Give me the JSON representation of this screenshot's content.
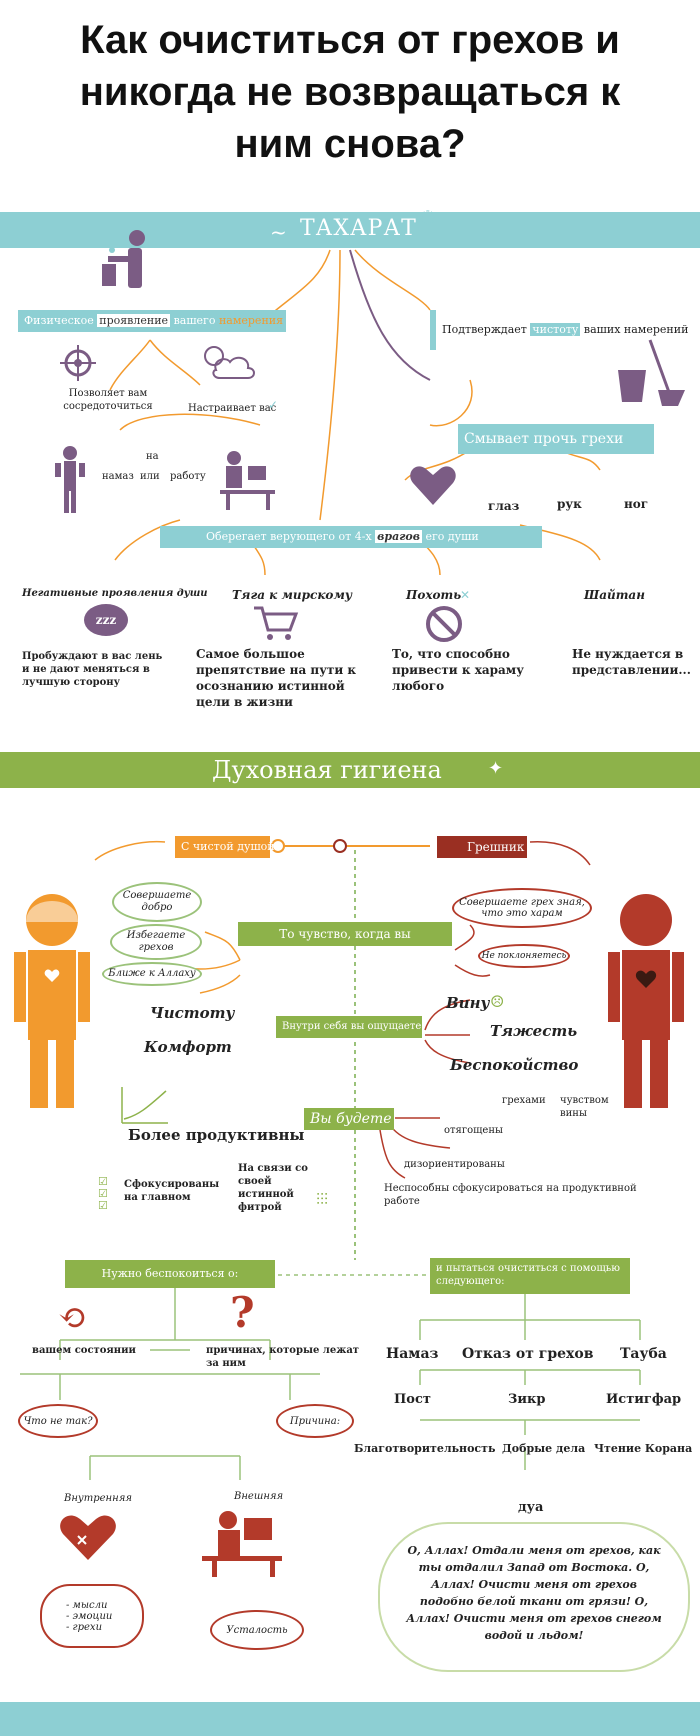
{
  "title": {
    "line1": "Как очиститься от грехов и",
    "line2": "никогда не возвращаться к",
    "line3": "ним снова?"
  },
  "taharat": {
    "band_title": "ТАХАРАТ",
    "physical": {
      "prefix": "Физическое",
      "highlight": "проявление",
      "mid": "вашего",
      "end": "намерения"
    },
    "confirms": {
      "prefix": "Подтверждает",
      "highlight": "чистоту",
      "end": "ваших намерений"
    },
    "focus": "Позволяет вам сосредоточиться",
    "tunes": "Настраивает вас",
    "on_namaz": "на",
    "namaz": "намаз",
    "or": "или",
    "work": "работу",
    "washes": "Смывает прочь грехи",
    "eyes": "глаз",
    "hands": "рук",
    "feet": "ног",
    "protects": {
      "prefix": "Оберегает верующего от 4-х",
      "highlight": "врагов",
      "end": "его души"
    },
    "enemies": [
      {
        "title": "Негативные проявления души",
        "desc": "Пробуждают в вас лень и не дают меняться в лучшую сторону",
        "icon_text": "zzz"
      },
      {
        "title": "Тяга к мирскому",
        "desc": "Самое большое препятствие на пути к осознанию истинной цели в жизни"
      },
      {
        "title": "Похоть",
        "desc": "То, что способно привести к хараму любого"
      },
      {
        "title": "Шайтан",
        "desc": "Не нуждается в представлении..."
      }
    ]
  },
  "hygiene": {
    "band_title": "Духовная гигиена",
    "pure": "С чистой душой",
    "sinner": "Грешник",
    "feeling": "То чувство, когда вы",
    "left_feel": [
      "Совершаете добро",
      "Избегаете грехов",
      "Ближе к Аллаху"
    ],
    "right_feel": [
      "Совершаете грех зная, что это харам",
      "Не поклоняетесь"
    ],
    "inside": "Внутри себя вы ощущаете",
    "left_inside": [
      "Чистоту",
      "Комфорт"
    ],
    "right_inside": [
      "Вину",
      "Тяжесть",
      "Беспокойство"
    ],
    "will_be": "Вы будете",
    "productive": "Более продуктивны",
    "focused": "Сфокусированы на главном",
    "connected": "На связи со своей истинной фитрой",
    "burdened": "отягощены",
    "sins": "грехами",
    "guilt": "чувством вины",
    "disoriented": "дизориентированы",
    "unable": "Неспособны сфокусироваться на продуктивной работе"
  },
  "care": {
    "worry": "Нужно беспокоиться о:",
    "state": "вашем состоянии",
    "causes": "причинах, которые лежат за ним",
    "whats_wrong": "Что не так?",
    "cause": "Причина:",
    "internal": "Внутренняя",
    "external": "Внешняя",
    "internal_list": [
      "- мысли",
      "- эмоции",
      "- грехи"
    ],
    "fatigue": "Усталость",
    "cleanse": "и пытаться очиститься с помощью следующего:",
    "methods_row1": [
      "Намаз",
      "Отказ от грехов",
      "Тауба"
    ],
    "methods_row2": [
      "Пост",
      "Зикр",
      "Истигфар"
    ],
    "methods_row3": [
      "Благотворительность",
      "Добрые дела",
      "Чтение Корана"
    ],
    "dua": "дуа",
    "dua_text": "О, Аллах! Отдали меня от грехов, как ты отдалил Запад от Востока. О, Аллах! Очисти меня от грехов подобно белой ткани от грязи! О, Аллах! Очисти меня от грехов снегом водой и льдом!"
  },
  "colors": {
    "teal": "#8dcfd3",
    "purple": "#7b5c84",
    "orange": "#f29a2e",
    "green": "#8db24a",
    "red": "#b33a2a",
    "dark_red": "#9a2f22"
  }
}
